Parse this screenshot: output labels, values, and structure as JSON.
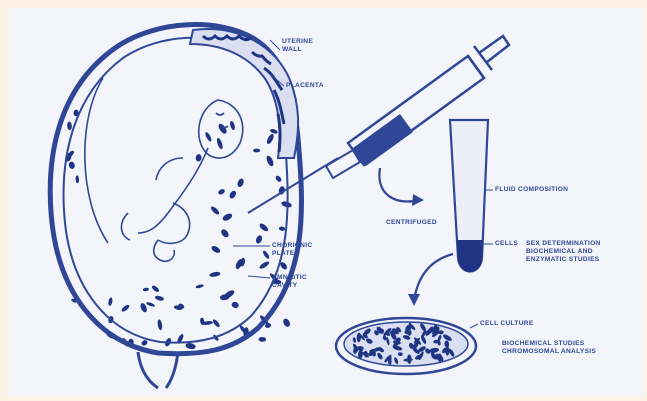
{
  "colors": {
    "ink": "#2f4796",
    "ink_dark": "#1f3584",
    "fill_light": "#d9def0",
    "paper": "#f4f5fb",
    "frame": "#fcf3e6"
  },
  "labels": {
    "uterine_wall_1": "UTERINE",
    "uterine_wall_2": "WALL",
    "placenta": "PLACENTA",
    "chorionic_1": "CHORIONIC",
    "chorionic_2": "PLATE",
    "amniotic_1": "AMNIOTIC",
    "amniotic_2": "CAVITY",
    "centrifuged": "CENTRIFUGED",
    "fluid_composition": "FLUID COMPOSITION",
    "cells": "CELLS",
    "cells_line1": "SEX DETERMINATION",
    "cells_line2": "BIOCHEMICAL AND",
    "cells_line3": "ENZYMATIC STUDIES",
    "cell_culture": "CELL CULTURE",
    "culture_line1": "BIOCHEMICAL STUDIES",
    "culture_line2": "CHROMOSOMAL ANALYSIS"
  }
}
